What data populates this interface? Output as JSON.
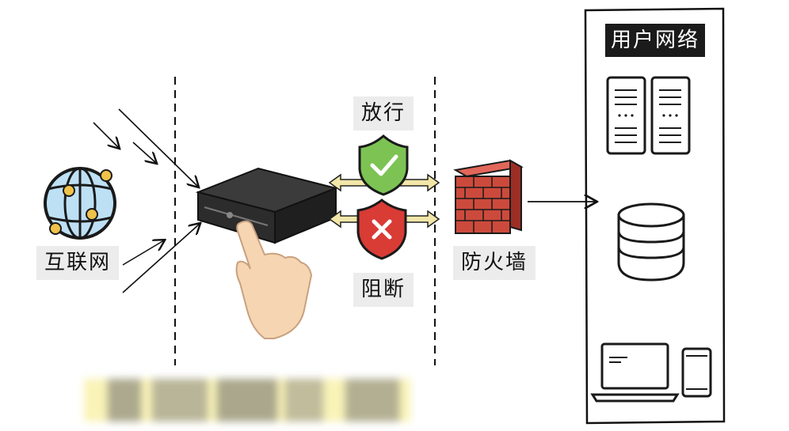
{
  "labels": {
    "internet": "互联网",
    "allow": "放行",
    "block": "阻断",
    "firewall": "防火墙",
    "user_network": "用户网络"
  },
  "icons": {
    "internet": "globe-network-icon",
    "device": "firewall-appliance-icon",
    "finger": "pointing-hand-icon",
    "allow": "shield-check-icon",
    "block": "shield-x-icon",
    "firewall": "brick-wall-icon",
    "servers": "server-rack-icon",
    "database": "database-icon",
    "laptop": "laptop-icon",
    "phone": "smartphone-icon"
  },
  "colors": {
    "allow_shield": "#7cc354",
    "block_shield": "#d93b35",
    "arrow_fill": "#f2e6a8",
    "brick": "#cc4a3c",
    "globe": "#bde0f5",
    "node": "#f0c24a"
  }
}
